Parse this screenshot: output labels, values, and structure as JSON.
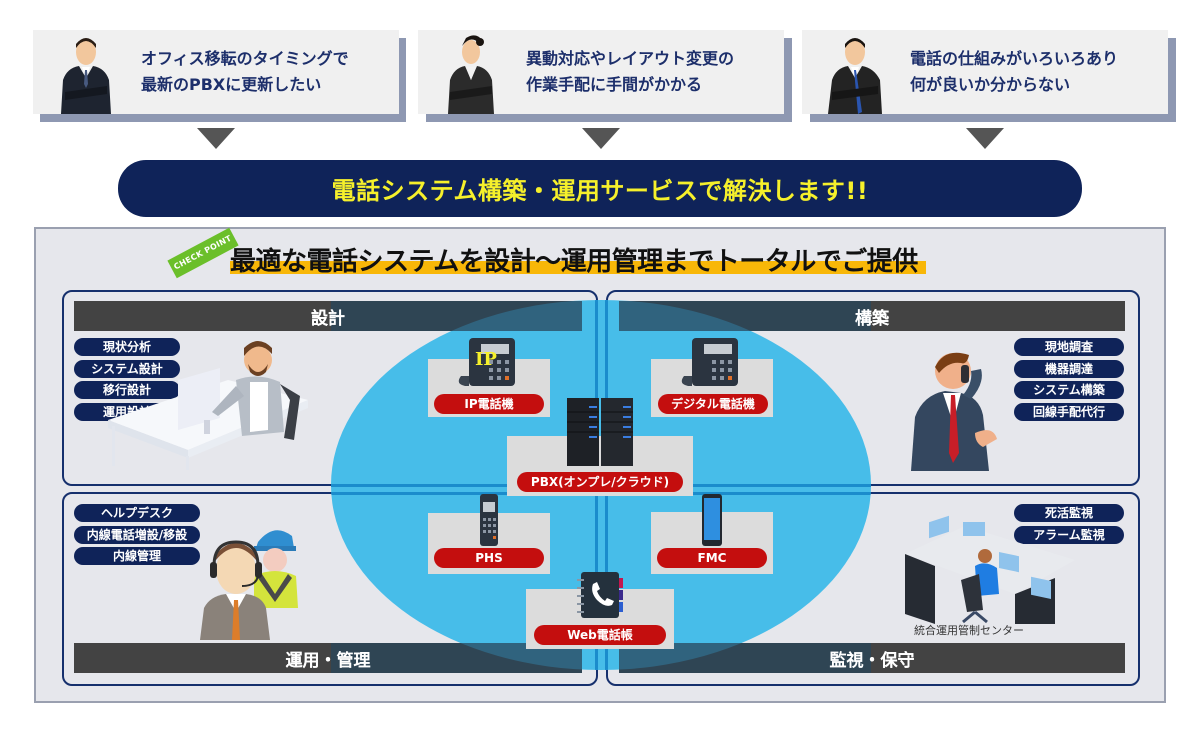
{
  "problems": [
    {
      "line1": "オフィス移転のタイミングで",
      "line2": "最新のPBXに更新したい",
      "person": "businessman-icon"
    },
    {
      "line1": "異動対応やレイアウト変更の",
      "line2": "作業手配に手間がかかる",
      "person": "businesswoman-icon"
    },
    {
      "line1": "電話の仕組みがいろいろあり",
      "line2": "何が良いか分からない",
      "person": "businessman-icon"
    }
  ],
  "banner": {
    "text": "電話システム構築・運用サービスで解決します!!"
  },
  "checkpoint": {
    "label": "CHECK POINT"
  },
  "headline": {
    "text": "最適な電話システムを設計〜運用管理までトータルでご提供"
  },
  "sections": {
    "design": {
      "title": "設計",
      "items": [
        "現状分析",
        "システム設計",
        "移行設計",
        "運用設計"
      ]
    },
    "build": {
      "title": "構築",
      "items": [
        "現地調査",
        "機器調達",
        "システム構築",
        "回線手配代行"
      ]
    },
    "operate": {
      "title": "運用・管理",
      "items": [
        "ヘルプデスク",
        "内線電話増設/移設",
        "内線管理"
      ]
    },
    "monitor": {
      "title": "監視・保守",
      "items": [
        "死活監視",
        "アラーム監視"
      ],
      "caption": "統合運用管制センター"
    }
  },
  "devices": {
    "ip_phone": {
      "label": "IP電話機",
      "badge": "IP"
    },
    "digital_phone": {
      "label": "デジタル電話機"
    },
    "pbx": {
      "label": "PBX(オンプレ/クラウド)"
    },
    "phs": {
      "label": "PHS"
    },
    "fmc": {
      "label": "FMC"
    },
    "web_phonebook": {
      "label": "Web電話帳"
    }
  },
  "colors": {
    "navy": "#0f2359",
    "banner_text": "#f6f02b",
    "headline_highlight": "#f8b708",
    "device_red": "#c40e0e",
    "ellipse_blue": "#47bde9",
    "section_bar": "#434343",
    "checkpoint_green": "#6bbf2a"
  }
}
